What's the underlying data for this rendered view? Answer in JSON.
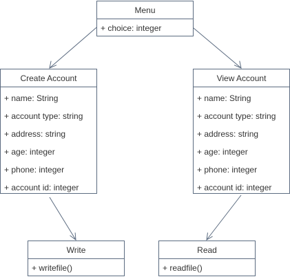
{
  "diagram": {
    "colors": {
      "stroke": "#5b6b80",
      "text": "#333333",
      "background": "#ffffff"
    },
    "classes": {
      "menu": {
        "title": "Menu",
        "attributes": [
          "+ choice: integer"
        ]
      },
      "create_account": {
        "title": "Create Account",
        "attributes": [
          "+ name: String",
          "+ account type: string",
          "+ address: string",
          "+ age: integer",
          "+ phone: integer",
          "+ account id: integer"
        ]
      },
      "view_account": {
        "title": "View Account",
        "attributes": [
          "+ name: String",
          "+ account type: string",
          "+ address: string",
          "+ age: integer",
          "+ phone: integer",
          "+ account id: integer"
        ]
      },
      "write": {
        "title": "Write",
        "attributes": [
          "+ writefile()"
        ]
      },
      "read": {
        "title": "Read",
        "attributes": [
          "+ readfile()"
        ]
      }
    },
    "connections": [
      {
        "from": "menu",
        "to": "create_account",
        "type": "arrow"
      },
      {
        "from": "menu",
        "to": "view_account",
        "type": "arrow"
      },
      {
        "from": "create_account",
        "to": "write",
        "type": "arrow"
      },
      {
        "from": "view_account",
        "to": "read",
        "type": "arrow"
      }
    ]
  }
}
